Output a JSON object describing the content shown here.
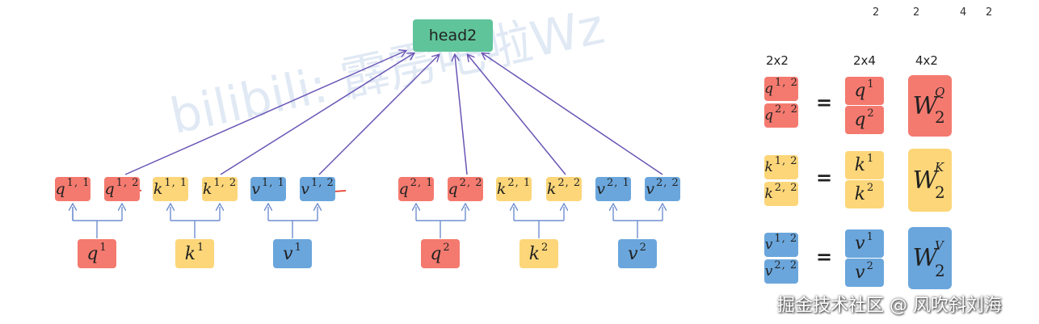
{
  "watermark": "bilibili: 霹雳吧啦Wz",
  "footer": "掘金技术社区 @ 风吹斜刘海",
  "top_fragments": [
    "2",
    "2",
    "4",
    "2"
  ],
  "head": "head2",
  "split_boxes": [
    {
      "base": "q",
      "sup": "1, 1"
    },
    {
      "base": "q",
      "sup": "1, 2"
    },
    {
      "base": "k",
      "sup": "1, 1"
    },
    {
      "base": "k",
      "sup": "1, 2"
    },
    {
      "base": "v",
      "sup": "1, 1"
    },
    {
      "base": "v",
      "sup": "1, 2"
    },
    {
      "base": "q",
      "sup": "2, 1"
    },
    {
      "base": "q",
      "sup": "2, 2"
    },
    {
      "base": "k",
      "sup": "2, 1"
    },
    {
      "base": "k",
      "sup": "2, 2"
    },
    {
      "base": "v",
      "sup": "2, 1"
    },
    {
      "base": "v",
      "sup": "2, 2"
    }
  ],
  "source_boxes": [
    {
      "base": "q",
      "sup": "1"
    },
    {
      "base": "k",
      "sup": "1"
    },
    {
      "base": "v",
      "sup": "1"
    },
    {
      "base": "q",
      "sup": "2"
    },
    {
      "base": "k",
      "sup": "2"
    },
    {
      "base": "v",
      "sup": "2"
    }
  ],
  "right": {
    "dims": [
      "2x2",
      "2x4",
      "4x2"
    ],
    "equals": "=",
    "rows": [
      {
        "lhs": [
          {
            "base": "q",
            "sup": "1, 2"
          },
          {
            "base": "q",
            "sup": "2, 2"
          }
        ],
        "mid": [
          {
            "base": "q",
            "sup": "1"
          },
          {
            "base": "q",
            "sup": "2"
          }
        ],
        "w": {
          "base": "W",
          "sup": "Q",
          "sub": "2"
        }
      },
      {
        "lhs": [
          {
            "base": "k",
            "sup": "1, 2"
          },
          {
            "base": "k",
            "sup": "2, 2"
          }
        ],
        "mid": [
          {
            "base": "k",
            "sup": "1"
          },
          {
            "base": "k",
            "sup": "2"
          }
        ],
        "w": {
          "base": "W",
          "sup": "K",
          "sub": "2"
        }
      },
      {
        "lhs": [
          {
            "base": "v",
            "sup": "1, 2"
          },
          {
            "base": "v",
            "sup": "2, 2"
          }
        ],
        "mid": [
          {
            "base": "v",
            "sup": "1"
          },
          {
            "base": "v",
            "sup": "2"
          }
        ],
        "w": {
          "base": "W",
          "sup": "V",
          "sub": "2"
        }
      }
    ]
  },
  "colors": {
    "q": "#f47a6f",
    "k": "#fcd679",
    "v": "#6aa6dc",
    "head": "#5fc49a",
    "arrow_purple": "#6a55b5",
    "arrow_blue": "#6f8fd0",
    "strike": "#e53b2a"
  }
}
